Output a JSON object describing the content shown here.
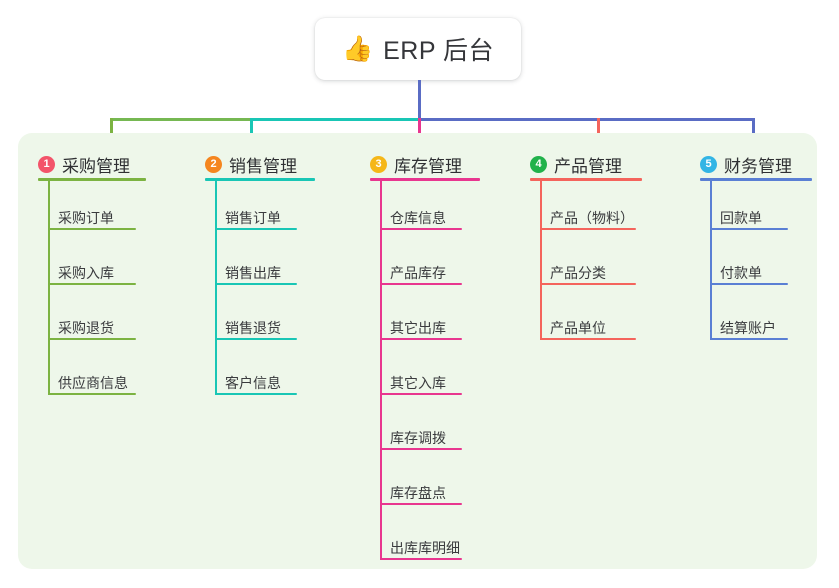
{
  "diagram": {
    "title": "ERP 后台",
    "title_icon": "thumbs-up-icon",
    "title_emoji": "👍",
    "panel_background": "#eef7ea",
    "root_connector_color": "#5a6cc4",
    "bar_segment_colors": [
      "#76b852",
      "#19c6b5",
      "#5a6cc4"
    ],
    "columns": [
      {
        "number": "1",
        "title": "采购管理",
        "badge_color": "#f3546a",
        "line_color": "#7cb342",
        "drop_color": "#7cb342",
        "items": [
          "采购订单",
          "采购入库",
          "采购退货",
          "供应商信息"
        ]
      },
      {
        "number": "2",
        "title": "销售管理",
        "badge_color": "#f5861f",
        "line_color": "#19c6b5",
        "drop_color": "#19c6b5",
        "items": [
          "销售订单",
          "销售出库",
          "销售退货",
          "客户信息"
        ]
      },
      {
        "number": "3",
        "title": "库存管理",
        "badge_color": "#f5b718",
        "line_color": "#e8368f",
        "drop_color": "#e8368f",
        "items": [
          "仓库信息",
          "产品库存",
          "其它出库",
          "其它入库",
          "库存调拨",
          "库存盘点",
          "出库库明细"
        ]
      },
      {
        "number": "4",
        "title": "产品管理",
        "badge_color": "#21b24b",
        "line_color": "#f4645c",
        "drop_color": "#f4645c",
        "items": [
          "产品（物料）",
          "产品分类",
          "产品单位"
        ]
      },
      {
        "number": "5",
        "title": "财务管理",
        "badge_color": "#33b5e5",
        "line_color": "#5a7fd4",
        "drop_color": "#5a6cc4",
        "items": [
          "回款单",
          "付款单",
          "结算账户"
        ]
      }
    ]
  }
}
